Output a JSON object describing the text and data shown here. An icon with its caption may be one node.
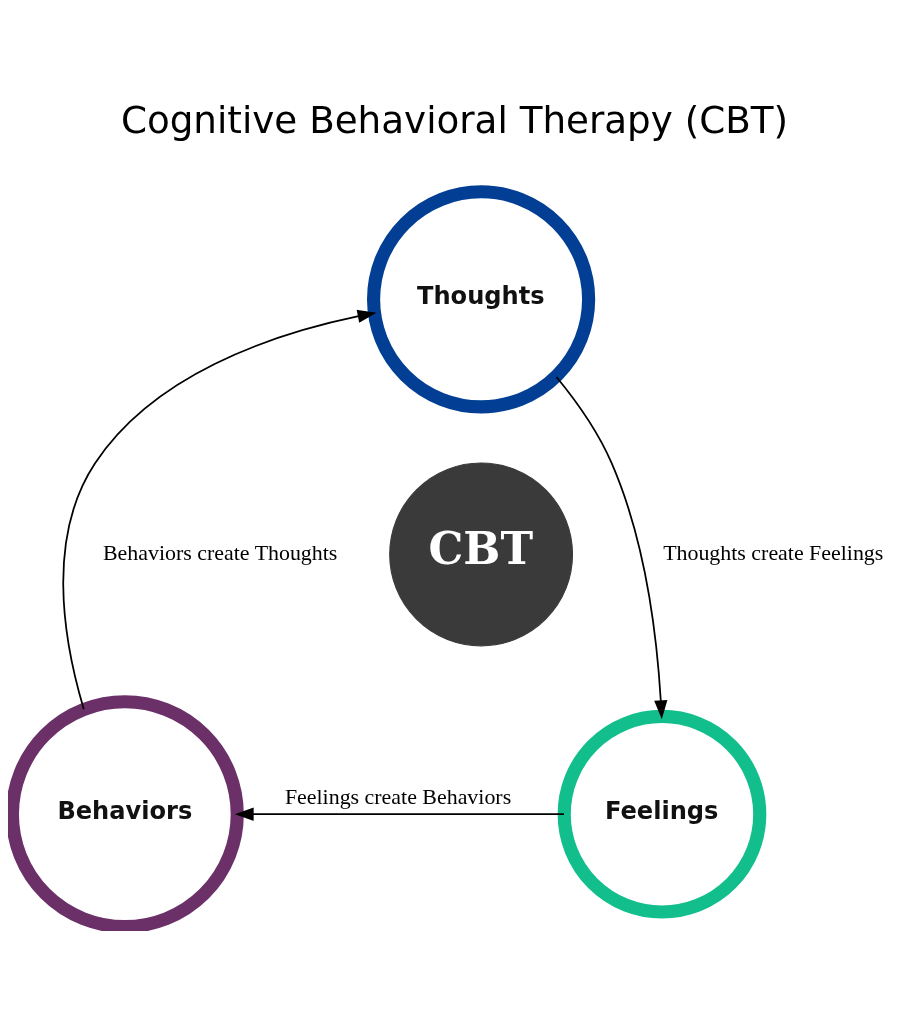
{
  "diagram": {
    "title": "Cognitive Behavioral Therapy (CBT)",
    "nodes": [
      {
        "text": [
          "Thoughts"
        ]
      },
      {
        "text": [
          "Feelings"
        ]
      },
      {
        "text": [
          "Behaviors"
        ]
      },
      {
        "text": [
          "CBT"
        ]
      }
    ],
    "edges": [
      {
        "from": 0,
        "to": 1,
        "arrow": "to",
        "label": "Thoughts create Feelings"
      },
      {
        "from": 1,
        "to": 2,
        "arrow": "to",
        "label": "Feelings create Behaviors"
      },
      {
        "from": 2,
        "to": 0,
        "arrow": "to",
        "label": "Behaviors create Thoughts"
      }
    ]
  }
}
